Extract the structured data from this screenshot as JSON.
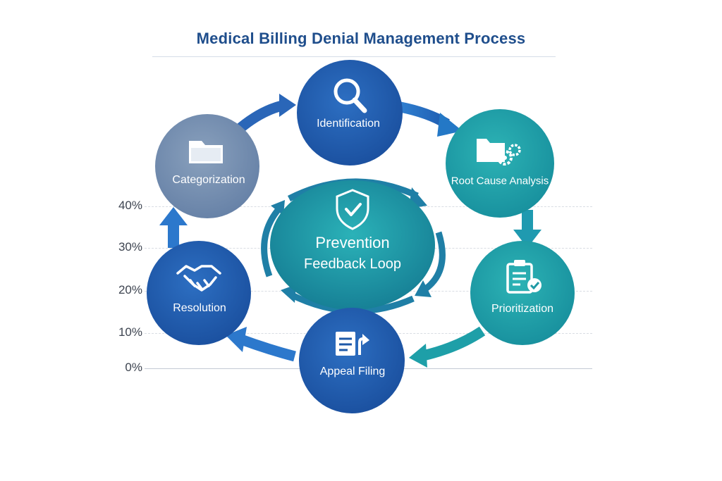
{
  "title": "Medical Billing Denial Management Process",
  "axis": {
    "ticks": [
      "40%",
      "30%",
      "20%",
      "10%",
      "0%"
    ]
  },
  "center": {
    "line1": "Prevention",
    "line2": "Feedback Loop",
    "icon": "shield-check-icon",
    "color": "#1a93a3"
  },
  "steps": [
    {
      "id": "identification",
      "label": "Identification",
      "icon": "magnifier-icon",
      "color": "#2060b4"
    },
    {
      "id": "root-cause-analysis",
      "label": "Root Cause Analysis",
      "icon": "folder-gear-icon",
      "color": "#1f9aa5"
    },
    {
      "id": "prioritization",
      "label": "Prioritization",
      "icon": "clipboard-check-icon",
      "color": "#1fa0a6"
    },
    {
      "id": "appeal-filing",
      "label": "Appeal Filing",
      "icon": "document-upload-icon",
      "color": "#1d58a8"
    },
    {
      "id": "resolution",
      "label": "Resolution",
      "icon": "handshake-icon",
      "color": "#1e5aa9"
    },
    {
      "id": "categorization",
      "label": "Categorization",
      "icon": "folder-icon",
      "color": "#6f8bad"
    }
  ]
}
